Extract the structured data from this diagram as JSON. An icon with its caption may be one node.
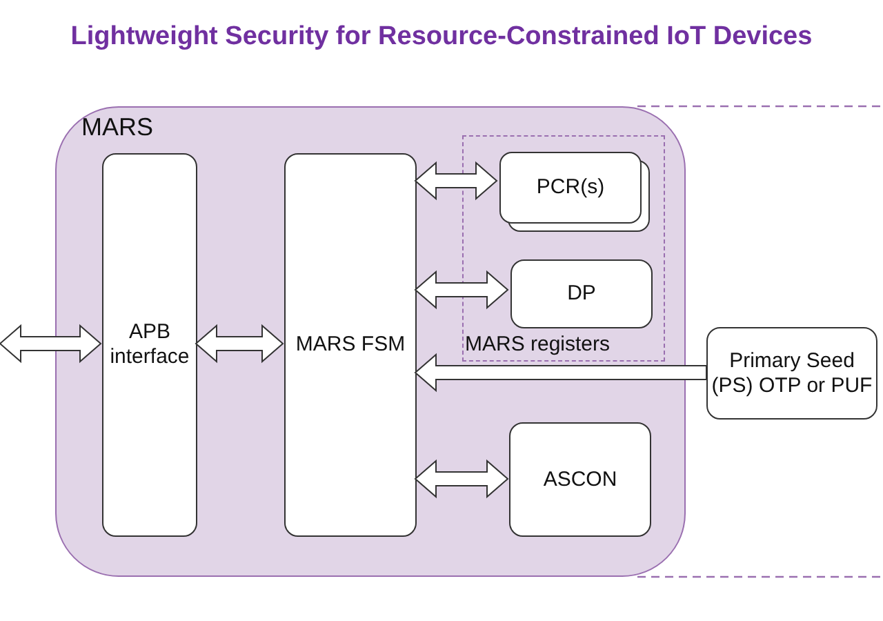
{
  "diagram": {
    "title": "Lightweight Security for Resource-Constrained IoT Devices",
    "nodes": [
      {
        "text": [
          "MARS"
        ]
      },
      {
        "text": [
          "APB interface"
        ],
        "in": 0
      },
      {
        "text": [
          "MARS FSM"
        ],
        "in": 0
      },
      {
        "text": [
          "MARS registers"
        ],
        "in": 0
      },
      {
        "text": [
          "PCR(s)"
        ],
        "in": 3
      },
      {
        "text": [
          "DP"
        ],
        "in": 3
      },
      {
        "text": [
          "ASCON"
        ],
        "in": 0
      },
      {
        "text": [
          "Primary Seed (PS) OTP or PUF"
        ]
      }
    ],
    "edges": [
      {
        "from": null,
        "to": 1,
        "arrow": "both"
      },
      {
        "from": 1,
        "to": 2,
        "arrow": "both"
      },
      {
        "from": 2,
        "to": 4,
        "arrow": "both"
      },
      {
        "from": 2,
        "to": 5,
        "arrow": "both"
      },
      {
        "from": 7,
        "to": 2,
        "arrow": "to"
      },
      {
        "from": 2,
        "to": 6,
        "arrow": "both"
      }
    ]
  }
}
